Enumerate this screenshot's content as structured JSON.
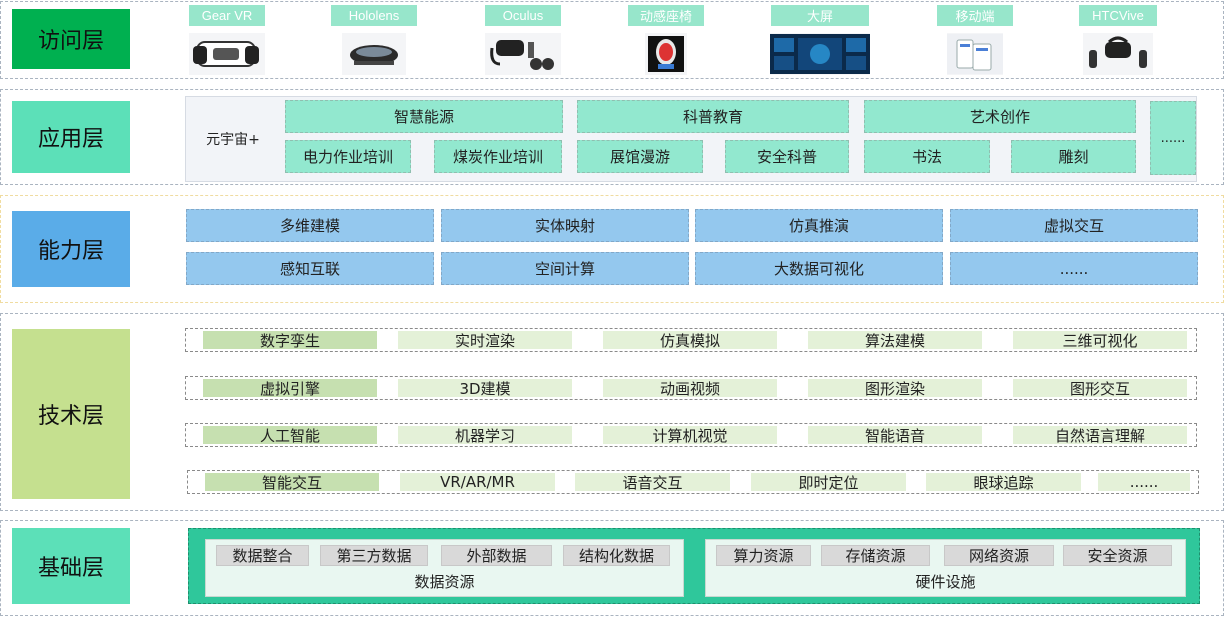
{
  "layers": {
    "access": "访问层",
    "application": "应用层",
    "capability": "能力层",
    "technology": "技术层",
    "foundation": "基础层"
  },
  "access_devices": [
    {
      "label": "Gear VR",
      "icon": "vr-headset-icon"
    },
    {
      "label": "Hololens",
      "icon": "ar-glasses-icon"
    },
    {
      "label": "Oculus",
      "icon": "oculus-kit-icon"
    },
    {
      "label": "动感座椅",
      "icon": "motion-seat-icon"
    },
    {
      "label": "大屏",
      "icon": "large-screen-icon"
    },
    {
      "label": "移动端",
      "icon": "mobile-device-icon"
    },
    {
      "label": "HTCVive",
      "icon": "htc-vive-icon"
    }
  ],
  "application": {
    "prefix": "元宇宙+",
    "groups": [
      {
        "title": "智慧能源",
        "items": [
          "电力作业培训",
          "煤炭作业培训"
        ]
      },
      {
        "title": "科普教育",
        "items": [
          "展馆漫游",
          "安全科普"
        ]
      },
      {
        "title": "艺术创作",
        "items": [
          "书法",
          "雕刻"
        ]
      }
    ],
    "more": "......"
  },
  "capability": {
    "rows": [
      [
        "多维建模",
        "实体映射",
        "仿真推演",
        "虚拟交互"
      ],
      [
        "感知互联",
        "空间计算",
        "大数据可视化",
        "......"
      ]
    ]
  },
  "technology": {
    "rows": [
      [
        "数字孪生",
        "实时渲染",
        "仿真模拟",
        "算法建模",
        "三维可视化"
      ],
      [
        "虚拟引擎",
        "3D建模",
        "动画视频",
        "图形渲染",
        "图形交互"
      ],
      [
        "人工智能",
        "机器学习",
        "计算机视觉",
        "智能语音",
        "自然语言理解"
      ],
      [
        "智能交互",
        "VR/AR/MR",
        "语音交互",
        "即时定位",
        "眼球追踪",
        "......"
      ]
    ]
  },
  "foundation": {
    "data": {
      "caption": "数据资源",
      "items": [
        "数据整合",
        "第三方数据",
        "外部数据",
        "结构化数据"
      ]
    },
    "hardware": {
      "caption": "硬件设施",
      "items": [
        "算力资源",
        "存储资源",
        "网络资源",
        "安全资源"
      ]
    }
  },
  "colors": {
    "access_label": "#00b050",
    "application_label": "#5ce0b8",
    "capability_label": "#5aace8",
    "technology_label": "#c5e08f",
    "foundation_label": "#5ce0b8",
    "foundation_panel": "#2fc79b"
  }
}
